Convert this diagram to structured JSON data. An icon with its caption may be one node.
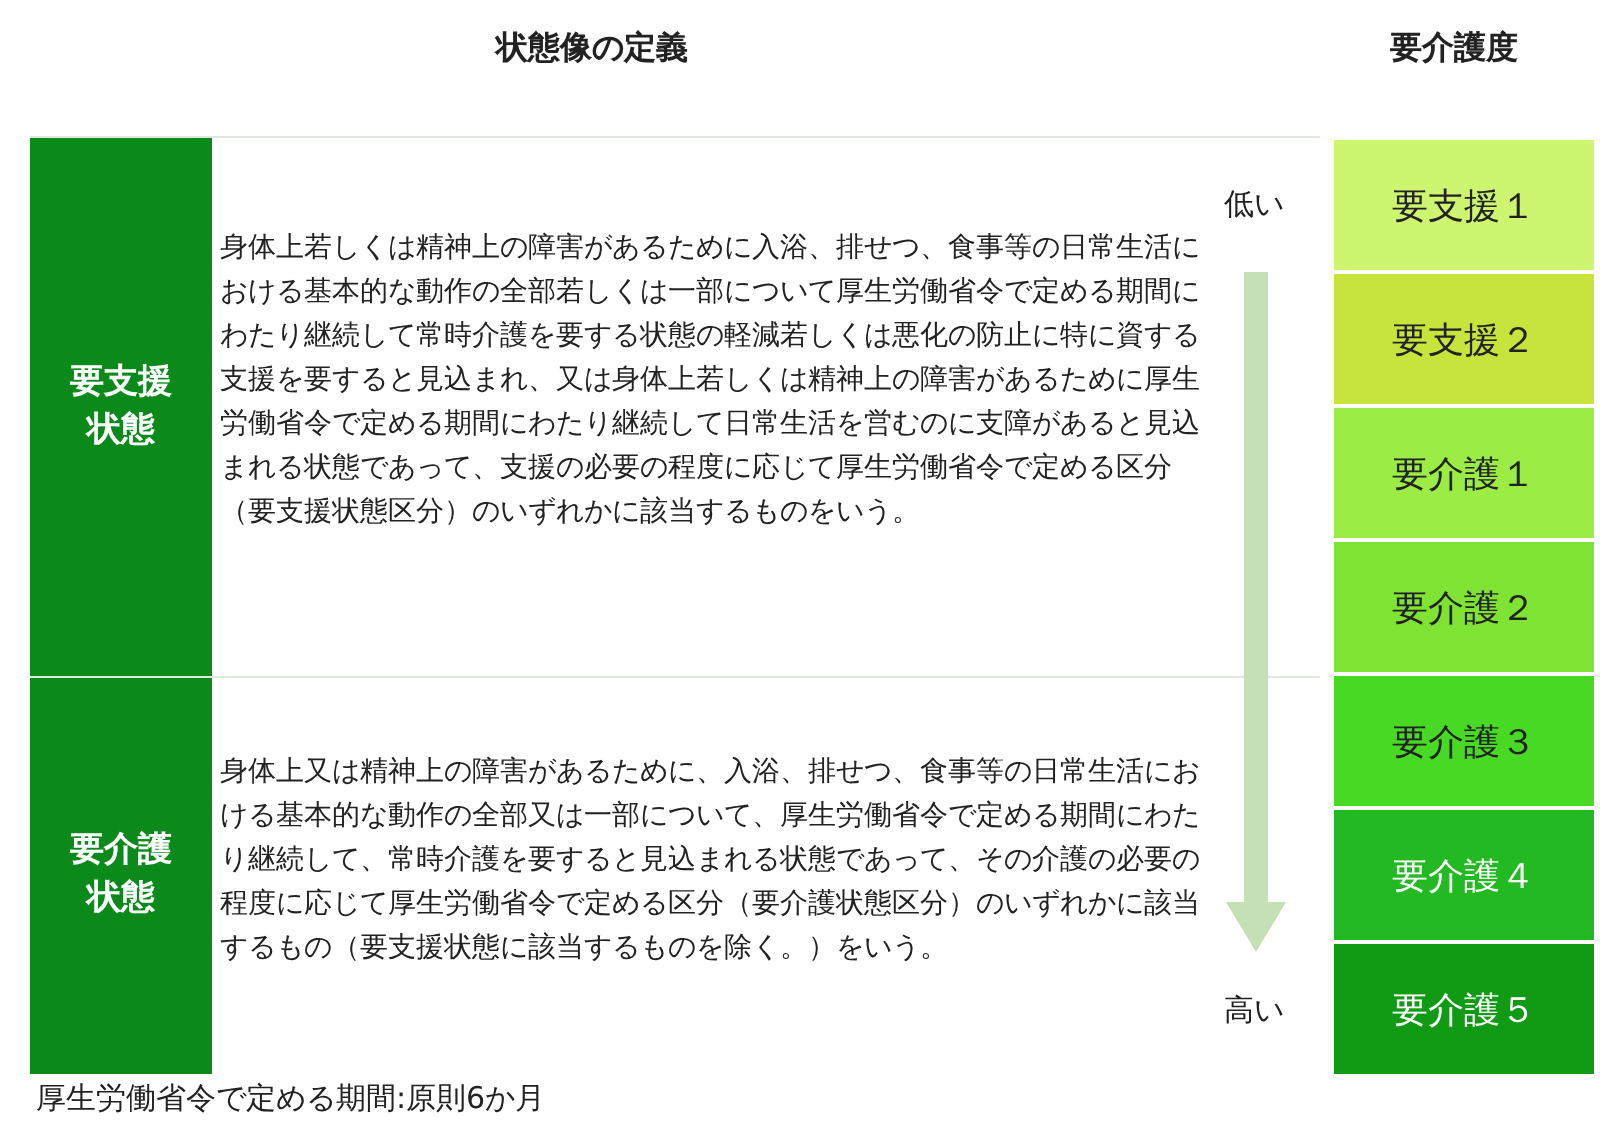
{
  "diagram": {
    "nodes": [
      {
        "text": [
          "要支援状態",
          "身体上若しくは精神上の障害があるために入浴、排せつ、食事等の日常生活における基本的な動作の全部若しくは一部について厚生労働省令で定める期間にわたり継続して常時介護を要する状態の軽減若しくは悪化の防止に特に資する支援を要すると見込まれ、又は身体上若しくは精神上の障害があるために厚生労働省令で定める期間にわたり継続して日常生活を営むのに支障があると見込まれる状態であって、支援の必要の程度に応じて厚生労働省令で定める区分（要支援状態区分）のいずれかに該当するものをいう。"
        ]
      },
      {
        "text": [
          "要介護状態",
          "身体上又は精神上の障害があるために、入浴、排せつ、食事等の日常生活における基本的な動作の全部又は一部について、厚生労働省令で定める期間にわたり継続して、常時介護を要すると見込まれる状態であって、その介護の必要の程度に応じて厚生労働省令で定める区分（要介護状態区分）のいずれかに該当するもの（要支援状態に該当するものを除く。）をいう。"
        ]
      },
      {
        "text": [
          "要支援１"
        ]
      },
      {
        "text": [
          "要支援２"
        ]
      },
      {
        "text": [
          "要介護１"
        ]
      },
      {
        "text": [
          "要介護２"
        ]
      },
      {
        "text": [
          "要介護３"
        ]
      },
      {
        "text": [
          "要介護４"
        ]
      },
      {
        "text": [
          "要介護５"
        ]
      }
    ],
    "edges": [],
    "labels": [
      "状態像の定義",
      "要介護度",
      "低い",
      "高い",
      "厚生労働省令で定める期間:原則6か月"
    ]
  }
}
